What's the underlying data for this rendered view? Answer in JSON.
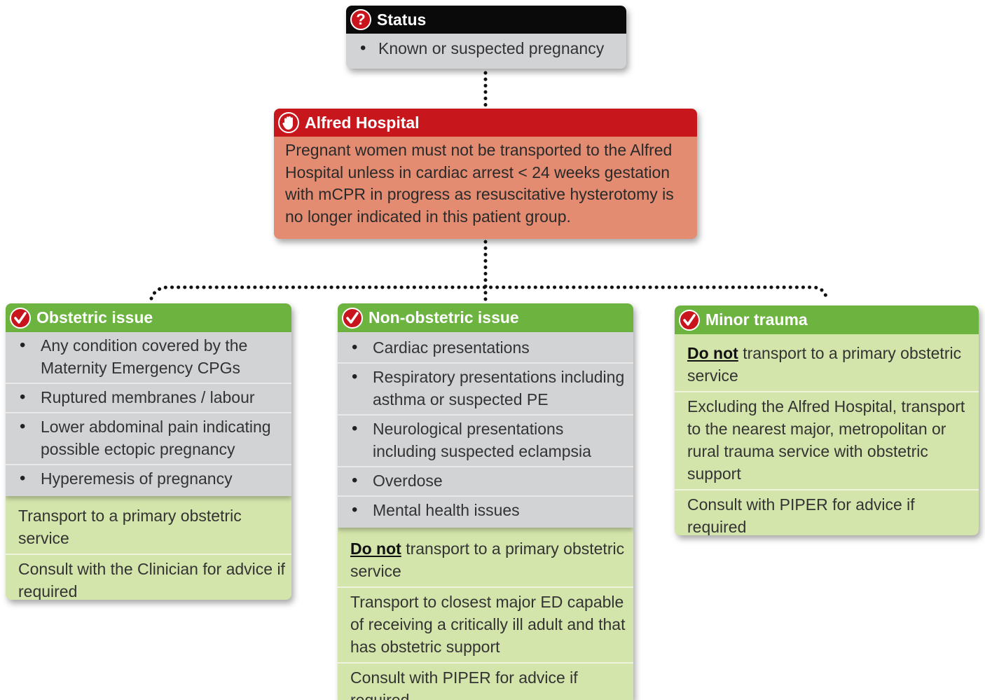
{
  "status": {
    "title": "Status",
    "icon": "question-icon",
    "items": [
      "Known or suspected pregnancy"
    ]
  },
  "alfred": {
    "title": "Alfred Hospital",
    "icon": "stop-hand-icon",
    "text": "Pregnant women must not be transported to the Alfred Hospital unless in cardiac arrest < 24 weeks gestation with mCPR in progress as resuscitative hysterotomy is no longer indicated in this patient group."
  },
  "obstetric": {
    "title": "Obstetric issue",
    "icon": "check-icon",
    "items": [
      "Any condition covered by the Maternity Emergency CPGs",
      "Ruptured membranes / labour",
      "Lower abdominal pain indicating possible ectopic pregnancy",
      "Hyperemesis of pregnancy"
    ],
    "actions": [
      "Transport to a primary obstetric service",
      "Consult with the Clinician for advice if required"
    ]
  },
  "non_obstetric": {
    "title": "Non-obstetric issue",
    "icon": "check-icon",
    "items": [
      "Cardiac presentations",
      "Respiratory presentations including asthma or suspected PE",
      "Neurological presentations including suspected eclampsia",
      "Overdose",
      "Mental health issues"
    ],
    "action1_bold": "Do not",
    "action1_rest": " transport to a primary obstetric service",
    "action2": "Transport to closest major ED capable of receiving a critically ill adult and that has obstetric support",
    "action3": "Consult with PIPER for advice if required"
  },
  "minor_trauma": {
    "title": "Minor trauma",
    "icon": "check-icon",
    "action1_bold": "Do not",
    "action1_rest": " transport to a primary obstetric service",
    "action2": "Excluding the Alfred Hospital, transport to the nearest major, metropolitan or rural trauma service with obstetric support",
    "action3": "Consult with PIPER for advice if required"
  },
  "colors": {
    "black_header": "#0a0a0a",
    "red_header": "#c8161d",
    "salmon_body": "#e38c72",
    "green_header": "#6db33f",
    "green_body": "#d4e5ab",
    "grey_body": "#d2d3d5",
    "icon_red": "#c8141c"
  }
}
